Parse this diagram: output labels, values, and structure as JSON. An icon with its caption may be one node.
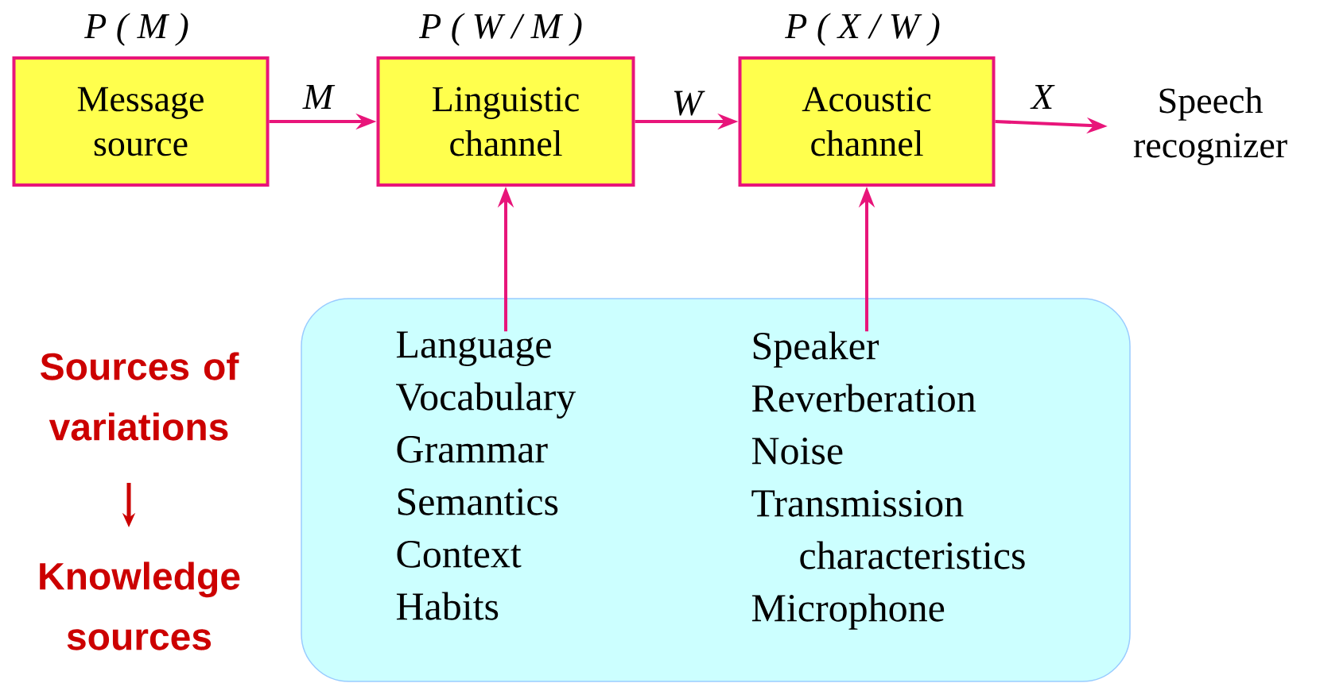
{
  "diagram": {
    "nodes": [
      {
        "text": [
          "Message source"
        ],
        "beside": [
          "P ( M )"
        ]
      },
      {
        "text": [
          "Linguistic channel"
        ],
        "beside": [
          "P ( W / M )"
        ]
      },
      {
        "text": [
          "Acoustic channel"
        ],
        "beside": [
          "P ( X / W )"
        ]
      },
      {
        "text": [
          "Speech recognizer"
        ]
      },
      {
        "text": [],
        "shape": "box"
      },
      {
        "text": [
          "Language",
          "Vocabulary",
          "Grammar",
          "Semantics",
          "Context",
          "Habits"
        ],
        "in": 4
      },
      {
        "text": [
          "Speaker",
          "Reverberation",
          "Noise",
          "Transmission characteristics",
          "Microphone"
        ],
        "in": 4
      }
    ],
    "edges": [
      {
        "from": 0,
        "to": 1,
        "arrow": "to",
        "label": "M"
      },
      {
        "from": 1,
        "to": 2,
        "arrow": "to",
        "label": "W"
      },
      {
        "from": 2,
        "to": 3,
        "arrow": "to",
        "label": "X"
      },
      {
        "from": 5,
        "to": 1,
        "arrow": "to"
      },
      {
        "from": 6,
        "to": 2,
        "arrow": "to"
      }
    ],
    "labels": [
      "Sources of variations",
      "Knowledge sources"
    ]
  }
}
